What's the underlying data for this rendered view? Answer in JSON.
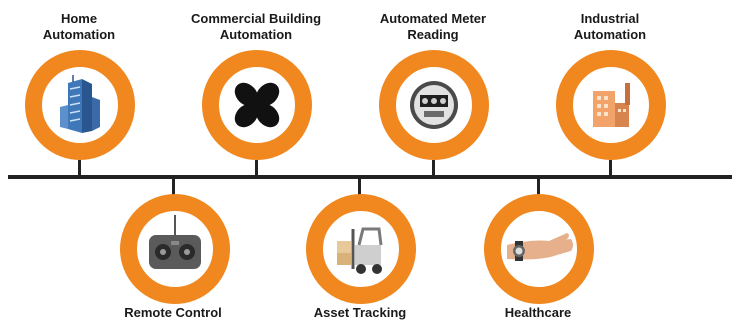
{
  "diagram": {
    "accent_color": "#f0881f",
    "line_color": "#222222",
    "items": [
      {
        "label": "Home\nAutomation",
        "icon": "skyscraper-icon"
      },
      {
        "label": "Commercial Building\nAutomation",
        "icon": "fan-icon"
      },
      {
        "label": "Automated Meter\nReading",
        "icon": "electric-meter-icon"
      },
      {
        "label": "Industrial\nAutomation",
        "icon": "factory-icon"
      },
      {
        "label": "Remote Control",
        "icon": "remote-control-icon"
      },
      {
        "label": "Asset Tracking",
        "icon": "forklift-icon"
      },
      {
        "label": "Healthcare",
        "icon": "wristwatch-icon"
      }
    ]
  }
}
